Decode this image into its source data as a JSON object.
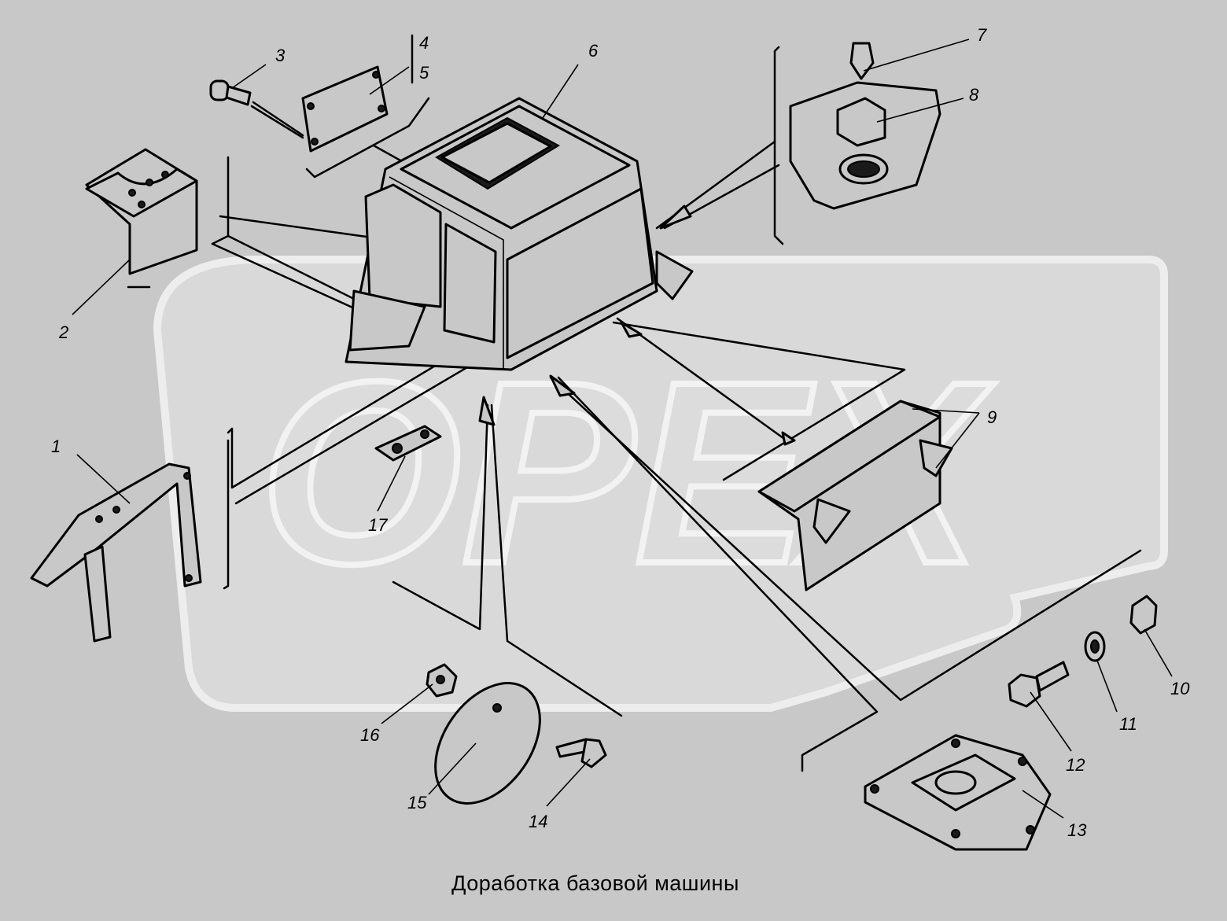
{
  "caption": "Доработка базовой машины",
  "watermark": "ОРЕХ",
  "callouts": [
    "1",
    "2",
    "3",
    "4",
    "5",
    "6",
    "7",
    "8",
    "9",
    "10",
    "11",
    "12",
    "13",
    "14",
    "15",
    "16",
    "17"
  ],
  "colors": {
    "background": "#c8c8c8",
    "watermark": "#dedede",
    "line": "#000000"
  }
}
